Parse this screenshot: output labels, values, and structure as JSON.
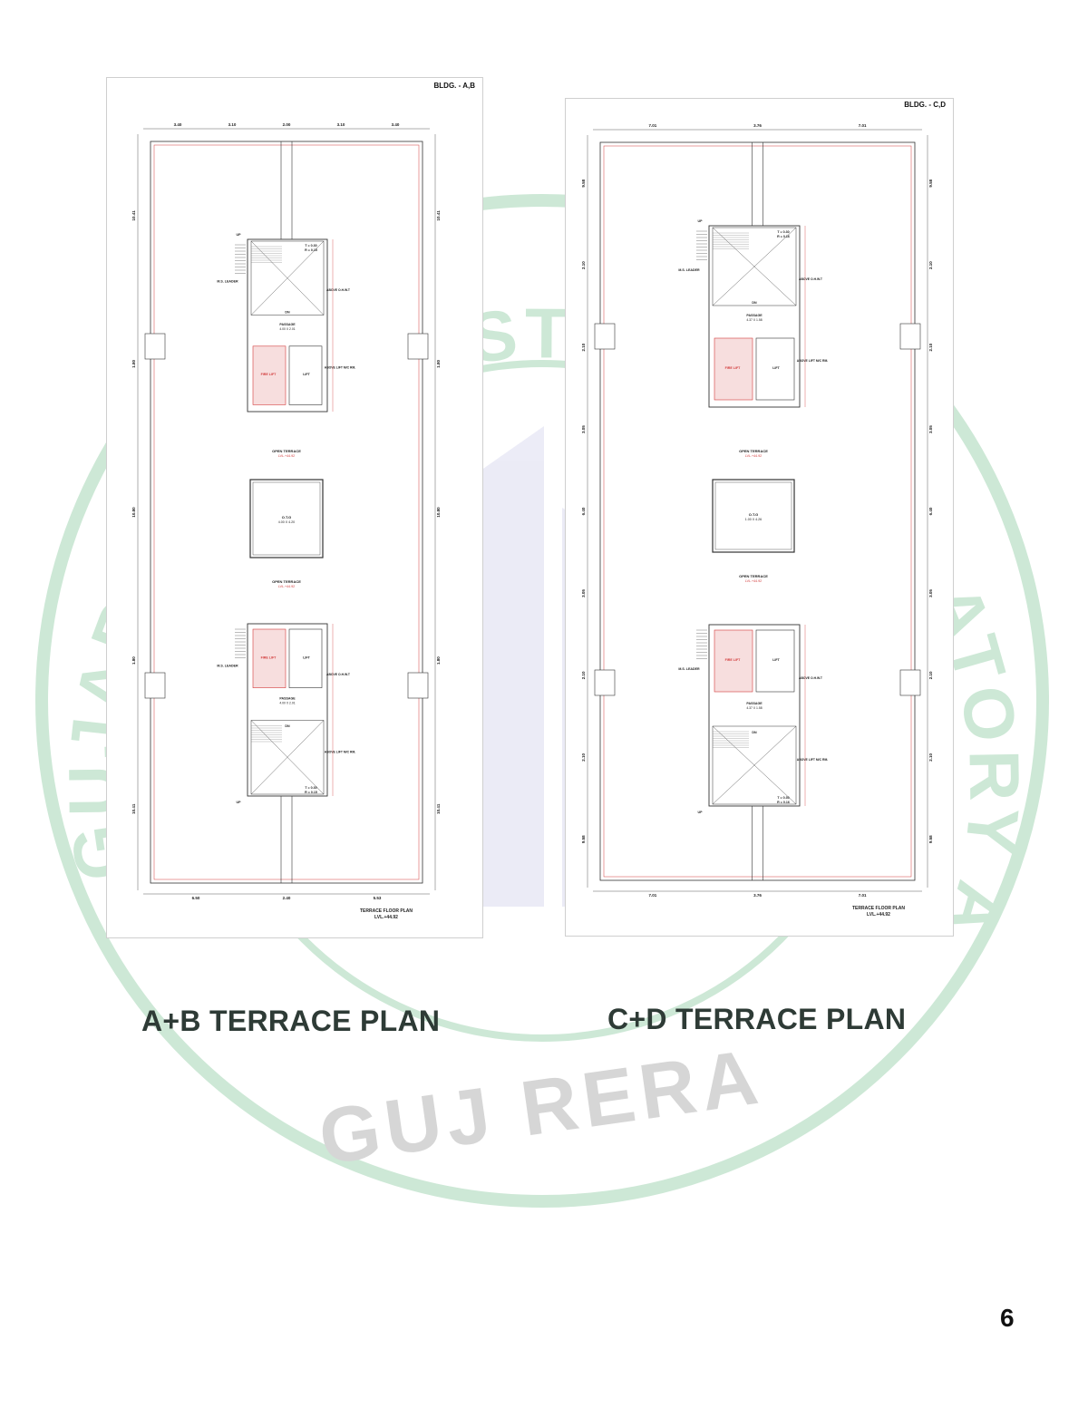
{
  "watermark": {
    "arc_text": "GUJARAT REAL ESTATE REGULATORY AUTHORITY",
    "bottom_text": "GUJ RERA",
    "ring_color": "#cde8d6",
    "text_color": "#d6d6d6",
    "building_color": "#dcdcf0"
  },
  "plans": [
    {
      "building_tag": "BLDG. - A,B",
      "title_line1": "TERRACE FLOOR PLAN",
      "title_line2": "LVL.+44.92",
      "caption": "A+B TERRACE PLAN",
      "labels": {
        "open_terrace": "OPEN TERRACE",
        "terrace_level": "LVL.+44.92",
        "otg": "O.T.G",
        "otg_size": "4.00 X 4.20",
        "passage_top": "PASSAGE",
        "passage_top_size": "4.00 X 2.01",
        "passage_bottom": "PASSAGE",
        "passage_bottom_size": "4.00 X 2.01",
        "fire_lift": "FIRE LIFT",
        "lift": "LIFT",
        "ms_leader": "M.S. LEADER",
        "above_ohwt": "ABOVE O.H.W.T",
        "above_lift_mc": "ABOVE LIFT M/C RM.",
        "up": "UP",
        "dn": "DN",
        "t_value": "T = 0.30",
        "r_value": "R = 0.15",
        "dim_top": [
          "3.40",
          "3.10",
          "2.00",
          "3.10",
          "3.40"
        ],
        "dim_bottom": [
          "6.50",
          "2.40",
          "5.53"
        ],
        "dim_side": [
          "10.41",
          "1.80",
          "10.80",
          "1.80",
          "10.41"
        ]
      }
    },
    {
      "building_tag": "BLDG. - C,D",
      "title_line1": "TERRACE FLOOR PLAN",
      "title_line2": "LVL.+44.92",
      "caption": "C+D TERRACE PLAN",
      "labels": {
        "open_terrace": "OPEN TERRACE",
        "terrace_level": "LVL.+44.92",
        "otg": "O.T.G",
        "otg_size": "1.00 X 4.26",
        "passage_top": "PASSAGE",
        "passage_top_size": "4.37 X 1.58",
        "passage_bottom": "PASSAGE",
        "passage_bottom_size": "4.37 X 1.58",
        "fire_lift": "FIRE LIFT",
        "lift": "LIFT",
        "ms_leader": "M.S. LEADER",
        "above_ohwt": "ABOVE O.H.W.T",
        "above_lift_mc": "ABOVE LIFT M/C RM.",
        "up": "UP",
        "dn": "DN",
        "t_value": "T = 0.30",
        "r_value": "R = 0.16",
        "dim_top": [
          "7.01",
          "3.76",
          "7.01"
        ],
        "dim_bottom": [
          "7.01",
          "3.76",
          "7.01"
        ],
        "dim_side": [
          "9.58",
          "2.10",
          "2.10",
          "3.05",
          "6.40",
          "3.05",
          "2.10",
          "2.10",
          "9.58"
        ]
      }
    }
  ],
  "page_number": "6"
}
